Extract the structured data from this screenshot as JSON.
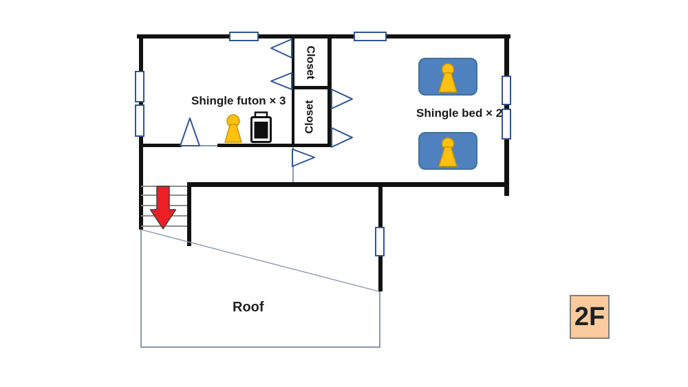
{
  "plan": {
    "floor_badge": {
      "label": "2F"
    },
    "rooms": {
      "futon_room_label": "Shingle futon × 3",
      "bedroom_label": "Shingle bed × 2",
      "closet_top_label": "Closet",
      "closet_bottom_label": "Closet",
      "roof_label": "Roof"
    },
    "icons": {
      "guest": "yellow keyhole person marker",
      "appliance": "black cooker box",
      "stairs_down": "red down arrow",
      "door_swing": "blue triangle",
      "window": "white bar with blue border"
    },
    "colors": {
      "wall": "#111111",
      "opening_stroke": "#2f5496",
      "bed_fill": "#4e81bd",
      "bed_border": "#41719c",
      "person_fill": "#ffc010",
      "person_border": "#c69500",
      "arrow_fill": "#ec1f24",
      "badge_fill": "#fbcb9d",
      "badge_border": "#7f7f7f",
      "roof_line": "#8a97ad"
    }
  }
}
